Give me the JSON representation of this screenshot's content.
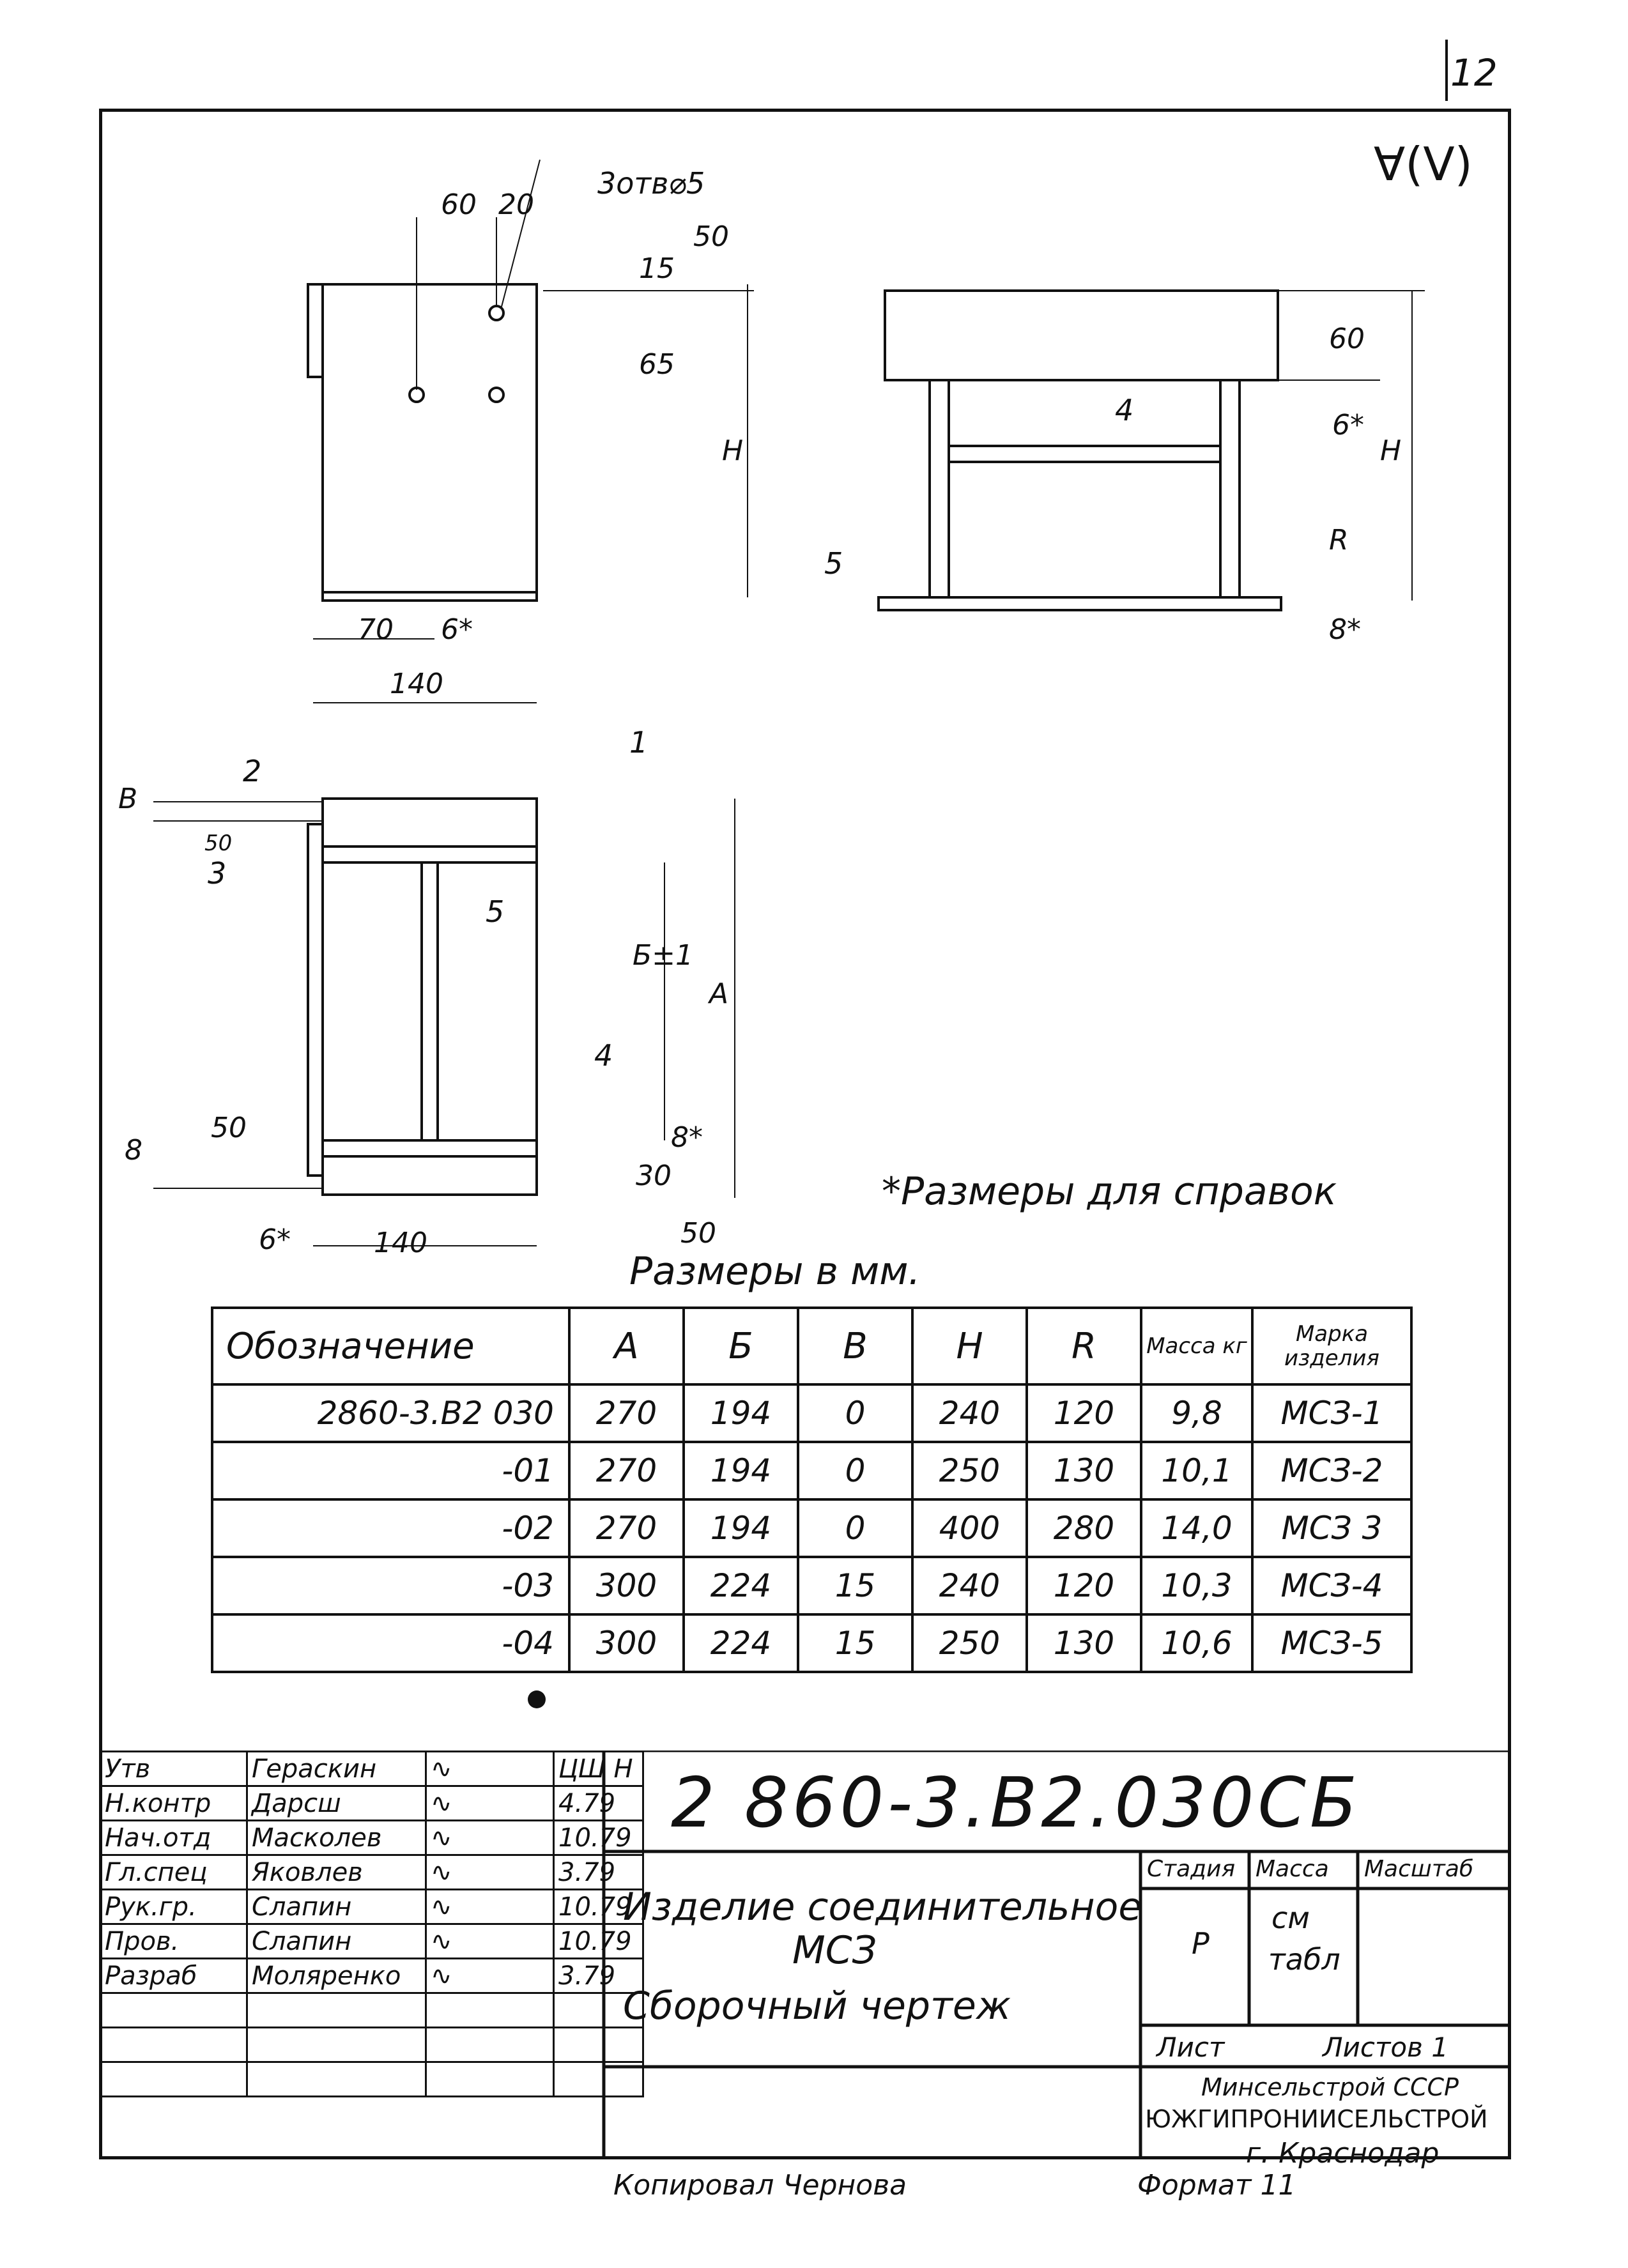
{
  "sheet_corner": "12",
  "roughness": "∀(V)",
  "views": {
    "top_view": {
      "holes_label": "3отв⌀5",
      "dims": [
        "60",
        "20",
        "15",
        "65",
        "50",
        "H",
        "70",
        "6*",
        "140"
      ]
    },
    "side_view": {
      "dims": [
        "60",
        "6*",
        "H",
        "R",
        "8*"
      ],
      "part_labels": [
        "4",
        "5"
      ]
    },
    "front_view": {
      "dims": [
        "В",
        "50",
        "Б±1",
        "А",
        "8*",
        "30",
        "50",
        "8",
        "50",
        "6*",
        "140"
      ],
      "part_labels": [
        "1",
        "2",
        "3",
        "5",
        "4"
      ]
    }
  },
  "notes": {
    "reference": "*Размеры для справок",
    "units": "Размеры в мм."
  },
  "table": {
    "headers": [
      "Обозначение",
      "А",
      "Б",
      "В",
      "Н",
      "R",
      "Масса кг",
      "Марка изделия"
    ],
    "rows": [
      [
        "2860-3.В2 030",
        "270",
        "194",
        "0",
        "240",
        "120",
        "9,8",
        "МСЗ-1"
      ],
      [
        "-01",
        "270",
        "194",
        "0",
        "250",
        "130",
        "10,1",
        "МСЗ-2"
      ],
      [
        "-02",
        "270",
        "194",
        "0",
        "400",
        "280",
        "14,0",
        "МСЗ 3"
      ],
      [
        "-03",
        "300",
        "224",
        "15",
        "240",
        "120",
        "10,3",
        "МСЗ-4"
      ],
      [
        "-04",
        "300",
        "224",
        "15",
        "250",
        "130",
        "10,6",
        "МСЗ-5"
      ]
    ]
  },
  "title_block": {
    "doc_code": "2 860-3.В2.030СБ",
    "title_line1": "Изделие соединительное",
    "title_line2": "МСЗ",
    "title_line3": "Сборочный чертеж",
    "signatures": [
      {
        "role": "Утв",
        "name": "Гераскин",
        "date": "ЦШ Н"
      },
      {
        "role": "Н.контр",
        "name": "Дарсш",
        "date": "4.79"
      },
      {
        "role": "Нач.отд",
        "name": "Масколев",
        "date": "10.79"
      },
      {
        "role": "Гл.спец",
        "name": "Яковлев",
        "date": "3.79"
      },
      {
        "role": "Рук.гр.",
        "name": "Слапин",
        "date": "10.79"
      },
      {
        "role": "Пров.",
        "name": "Слапин",
        "date": "10.79"
      },
      {
        "role": "Разраб",
        "name": "Моляренко",
        "date": "3.79"
      }
    ],
    "stage_label": "Стадия",
    "mass_label": "Масса",
    "scale_label": "Масштаб",
    "stage_value": "Р",
    "mass_value_1": "см",
    "mass_value_2": "табл",
    "sheet_label": "Лист",
    "sheets_label": "Листов 1",
    "org_line1": "Минсельстрой СССР",
    "org_line2": "ЮЖГИПРОНИИСЕЛЬСТРОЙ",
    "org_line3": "г. Краснодар"
  },
  "footer": {
    "copied": "Копировал Чернова",
    "format": "Формат 11"
  }
}
